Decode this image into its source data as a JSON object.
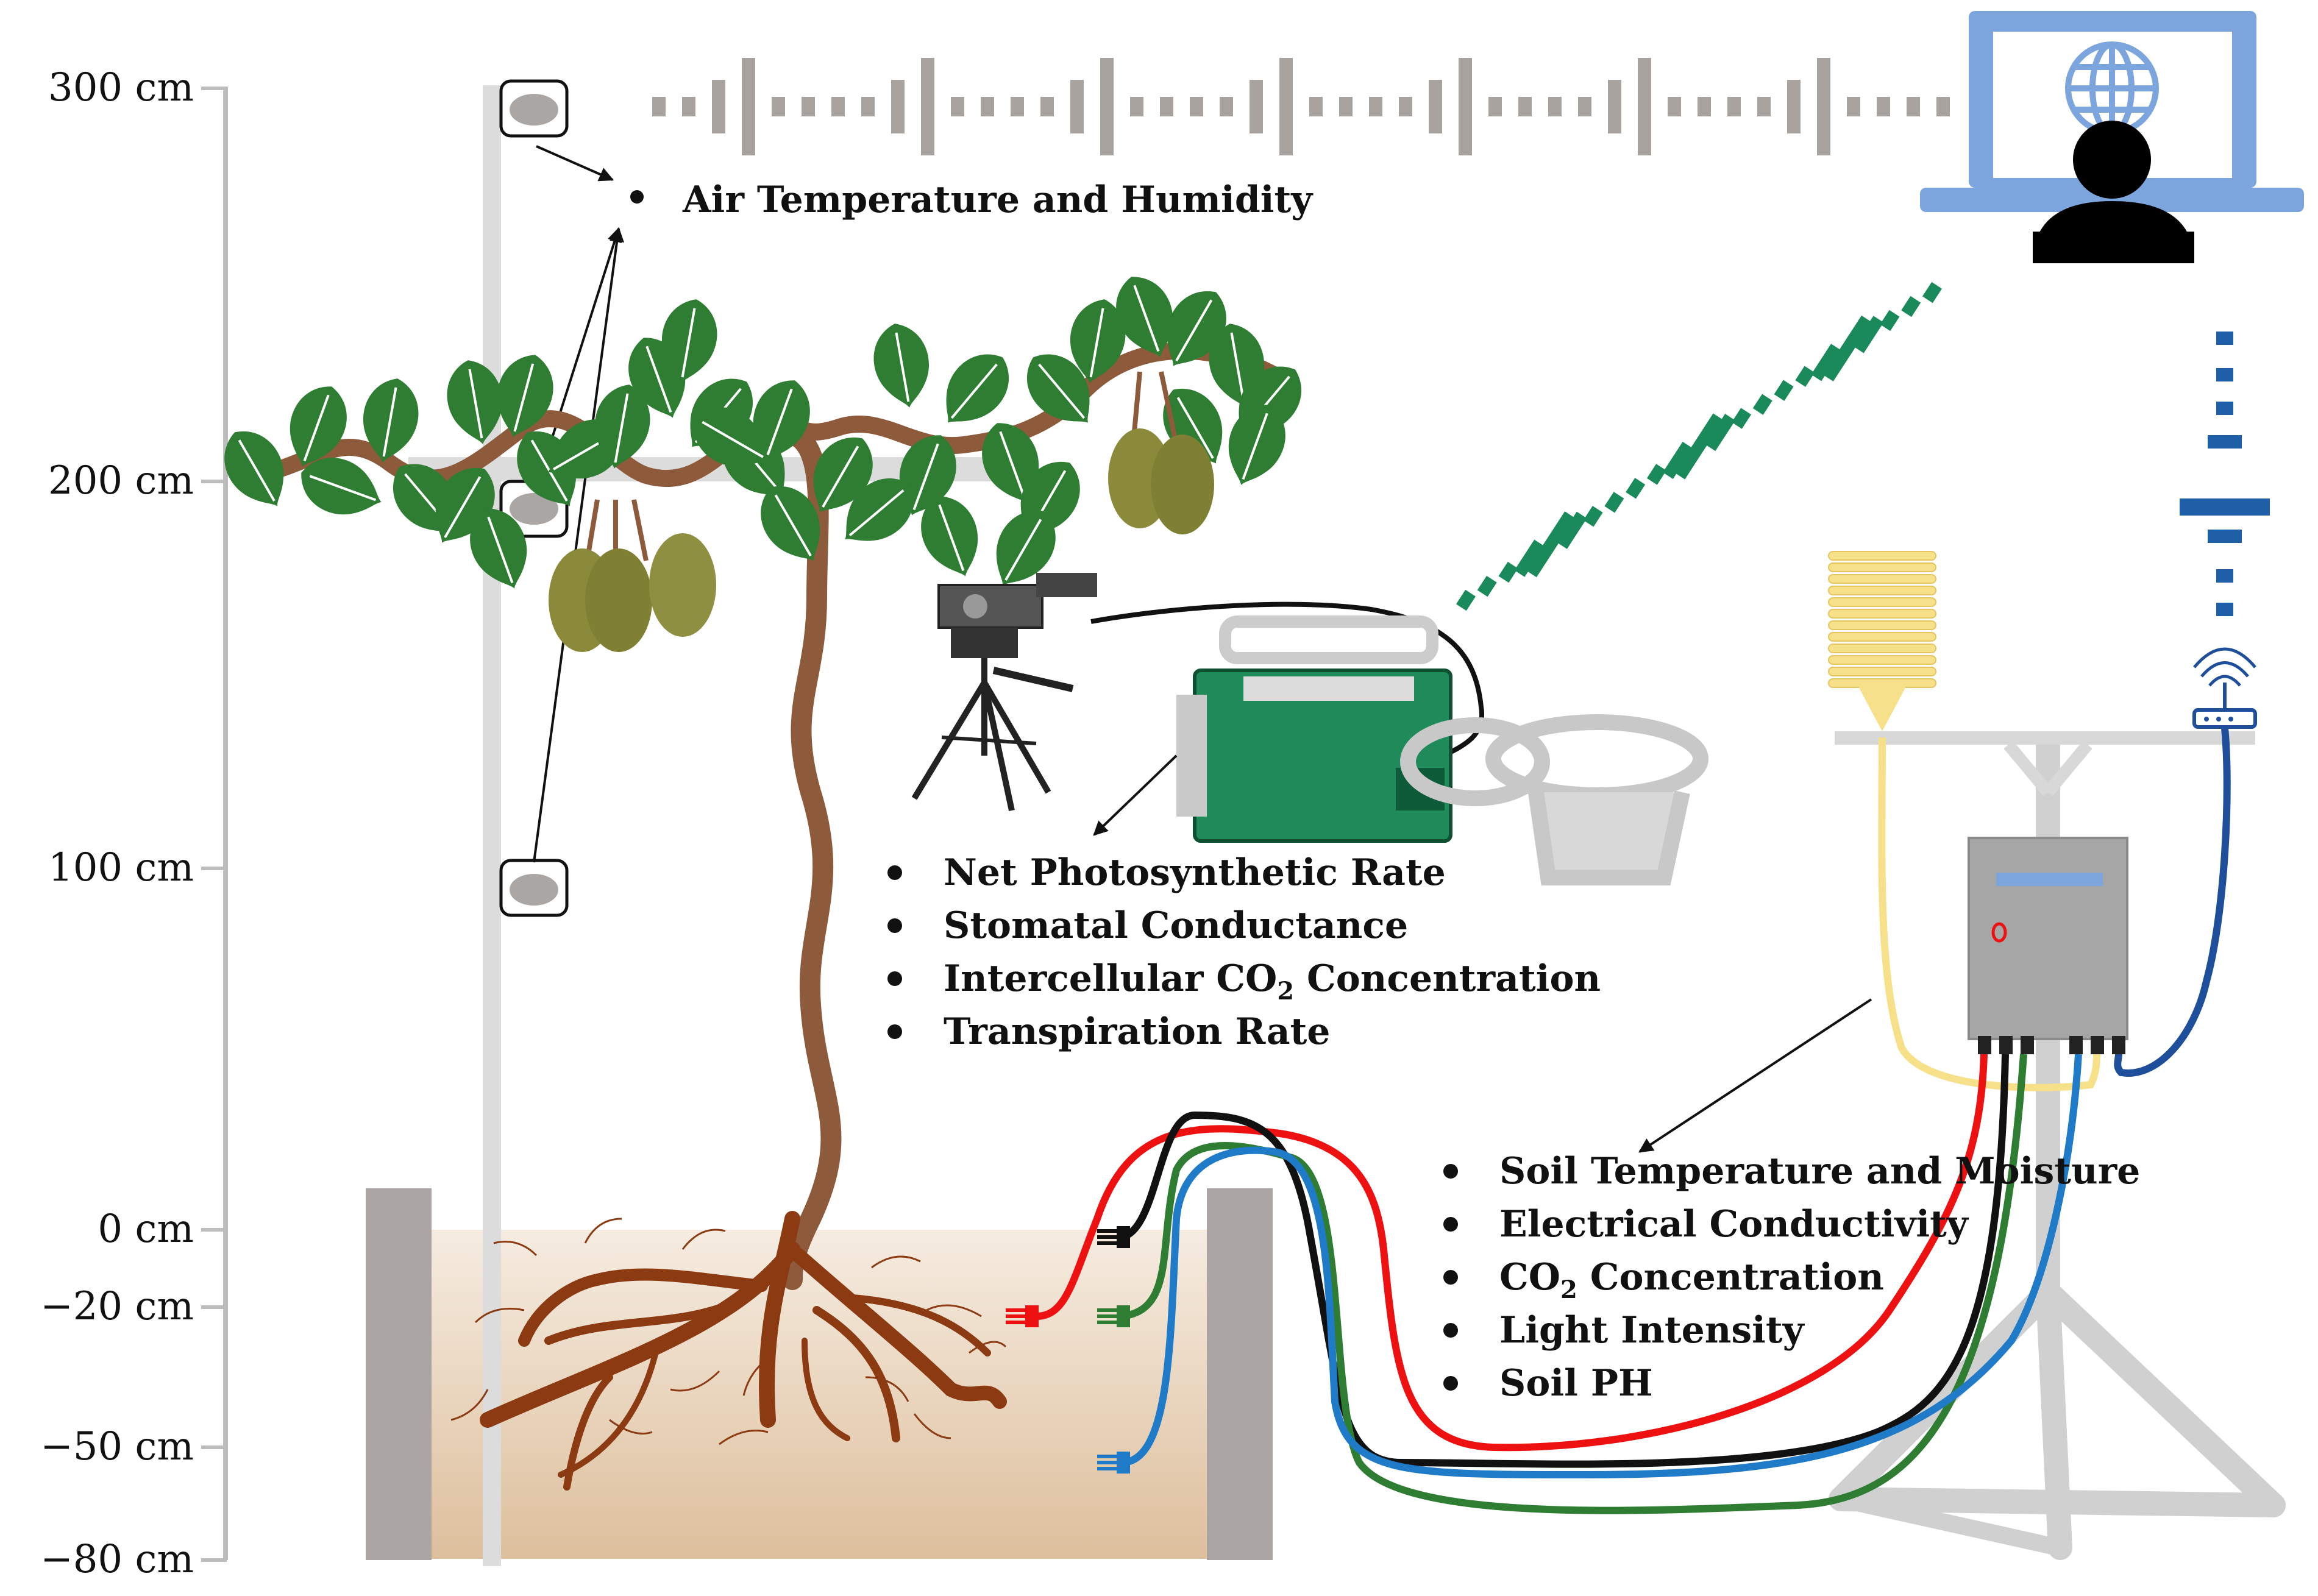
{
  "axis": {
    "ticks": [
      {
        "label": "300 cm",
        "value": 300
      },
      {
        "label": "200 cm",
        "value": 200
      },
      {
        "label": "100 cm",
        "value": 100
      },
      {
        "label": "0 cm",
        "value": 0
      },
      {
        "label": "−20 cm",
        "value": -20
      },
      {
        "label": "−50 cm",
        "value": -50
      },
      {
        "label": "−80 cm",
        "value": -80
      }
    ]
  },
  "air_sensor": {
    "label": "Air Temperature and Humidity"
  },
  "photosynthesis": {
    "items": [
      {
        "text": "Net Photosynthetic Rate"
      },
      {
        "text": "Stomatal Conductance"
      },
      {
        "text": "Intercellular CO",
        "sub": "2",
        "tail": " Concentration"
      },
      {
        "text": "Transpiration Rate"
      }
    ]
  },
  "soil": {
    "items": [
      {
        "text": "Soil Temperature and Moisture"
      },
      {
        "text": "Electrical Conductivity"
      },
      {
        "text": "CO",
        "sub": "2",
        "tail": " Concentration"
      },
      {
        "text": "Light Intensity"
      },
      {
        "text": "Soil PH"
      }
    ]
  },
  "colors": {
    "leaf": "#2e7d32",
    "stem": "#8d5a3c",
    "root": "#8b3a12",
    "fruit": "#8a8a3a",
    "signal_gray": "#a8a39f",
    "signal_green": "#1a8a5a",
    "signal_blue": "#1f5fa8",
    "monitor": "#7ba5dc",
    "cable_red": "#ee1111",
    "cable_black": "#111111",
    "cable_green": "#2e7d32",
    "cable_blue": "#1f7ac8",
    "cable_yellow": "#f6e08a",
    "cable_navy": "#1f4f9a"
  },
  "icons": [
    "globe-icon",
    "user-icon",
    "wifi-router-icon",
    "radiation-shield-icon",
    "camera-icon",
    "tripod-icon"
  ]
}
